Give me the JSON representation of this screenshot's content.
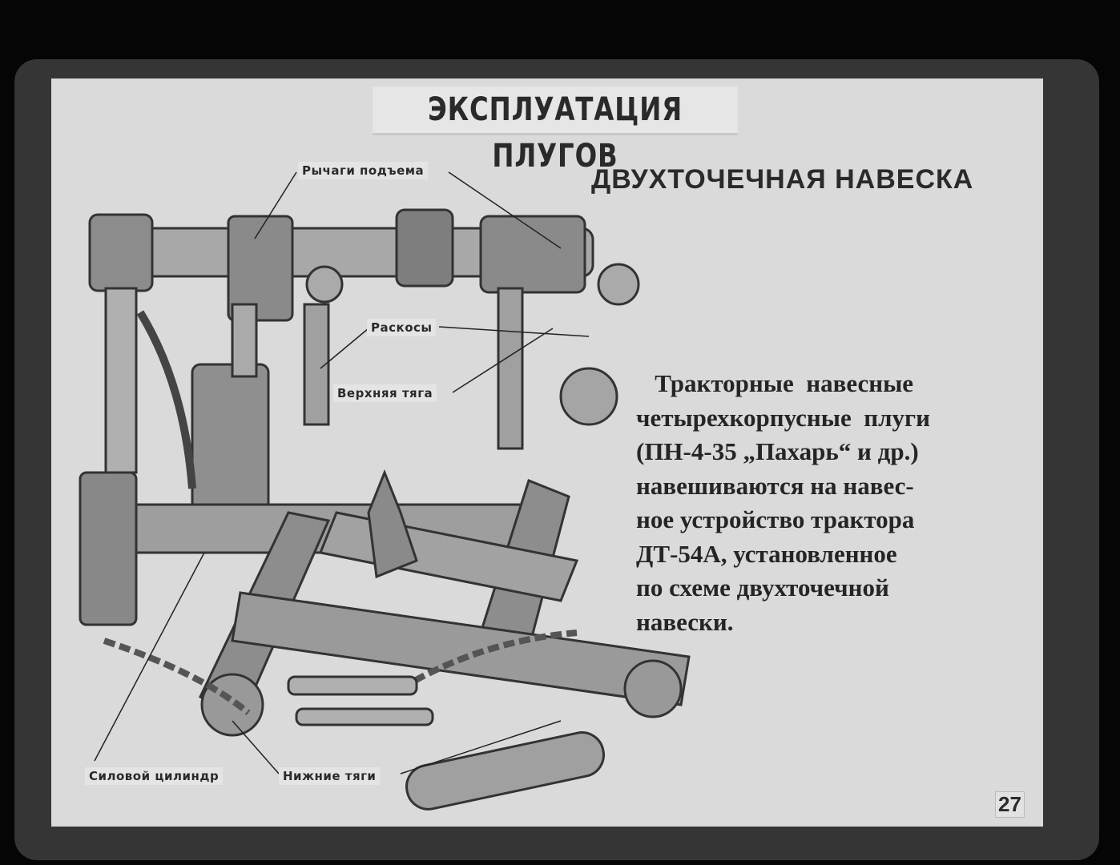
{
  "slide": {
    "title": "ЭКСПЛУАТАЦИЯ ПЛУГОВ",
    "subtitle": "ДВУХТОЧЕЧНАЯ НАВЕСКА",
    "paragraph_lines": [
      "   Тракторные  навесные",
      "четырехкорпусные  плуги",
      "(ПН-4-35 „Пахарь“ и др.)",
      "навешиваются на навес-",
      "ное устройство трактора",
      "ДТ-54А, установленное",
      "по схеме двухточечной",
      "навески."
    ],
    "labels": {
      "lift_levers": "Рычаги подъема",
      "braces": "Раскосы",
      "upper_link": "Верхняя тяга",
      "power_cylinder": "Силовой цилиндр",
      "lower_links": "Нижние тяги"
    },
    "page_number": "27"
  }
}
